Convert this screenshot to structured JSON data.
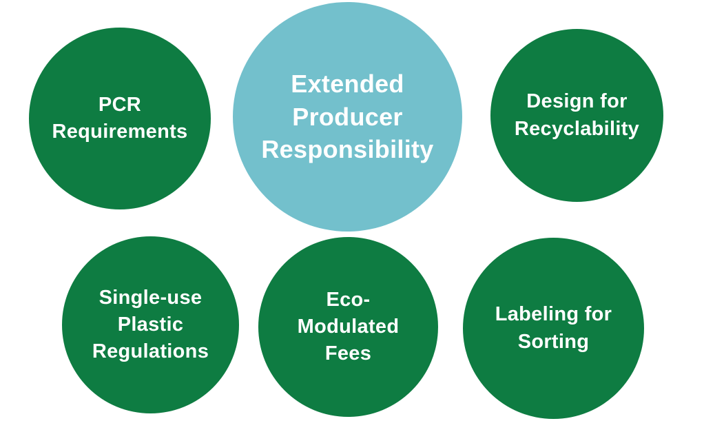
{
  "diagram": {
    "type": "circle-cluster",
    "center_node": {
      "label": "Extended Producer Responsibility",
      "lines": [
        "Extended",
        "Producer",
        "Responsibility"
      ]
    },
    "nodes": [
      {
        "id": "pcr-requirements",
        "label": "PCR Requirements",
        "lines": [
          "PCR",
          "Requirements"
        ]
      },
      {
        "id": "design-for-recyclability",
        "label": "Design for Recyclability",
        "lines": [
          "Design for",
          "Recyclability"
        ]
      },
      {
        "id": "single-use-plastic-regulations",
        "label": "Single-use Plastic Regulations",
        "lines": [
          "Single-use",
          "Plastic",
          "Regulations"
        ]
      },
      {
        "id": "eco-modulated-fees",
        "label": "Eco-Modulated Fees",
        "lines": [
          "Eco-",
          "Modulated",
          "Fees"
        ]
      },
      {
        "id": "labeling-for-sorting",
        "label": "Labeling for Sorting",
        "lines": [
          "Labeling for",
          "Sorting"
        ]
      }
    ],
    "colors": {
      "node_green": "#0E7C42",
      "center_teal": "#73C0CC",
      "text": "#FFFFFF",
      "background": "#FFFFFF"
    }
  }
}
